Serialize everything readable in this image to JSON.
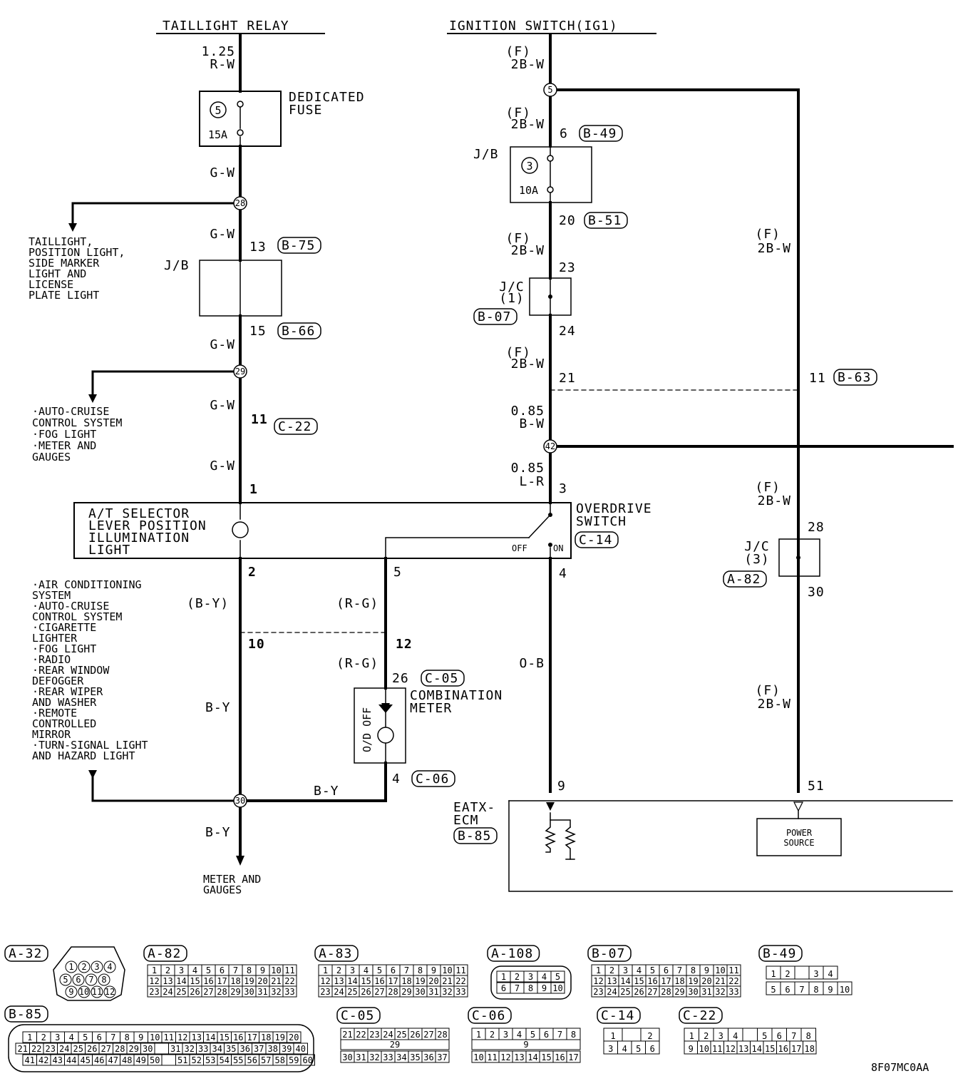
{
  "headers": {
    "left": "TAILLIGHT RELAY",
    "right": "IGNITION SWITCH(IG1)"
  },
  "left_chain": {
    "wire_top": [
      "1.25",
      "R-W"
    ],
    "fuse": {
      "name": [
        "DEDICATED",
        "FUSE"
      ],
      "number": "5",
      "rating": "15A"
    },
    "wire_gw": "G-W",
    "junction_28": "28",
    "branch_28_text": [
      "TAILLIGHT,",
      "POSITION LIGHT,",
      "SIDE MARKER",
      "LIGHT AND",
      "LICENSE",
      "PLATE LIGHT"
    ],
    "jb_label": "J/B",
    "jb_in_pin": "13",
    "jb_in_conn": "B-75",
    "jb_out_pin": "15",
    "jb_out_conn": "B-66",
    "junction_29": "29",
    "branch_29_text": [
      "·AUTO-CRUISE",
      "CONTROL SYSTEM",
      "·FOG LIGHT",
      "·METER AND",
      "GAUGES"
    ],
    "pin_11": "11",
    "conn_c22": "C-22",
    "pin_1": "1"
  },
  "selector_box": {
    "label": [
      "A/T SELECTOR",
      "LEVER POSITION",
      "ILLUMINATION",
      "LIGHT"
    ],
    "off": "OFF",
    "on": "ON"
  },
  "overdrive": {
    "label": [
      "OVERDRIVE",
      "SWITCH"
    ],
    "conn": "C-14",
    "pin_3": "3",
    "pin_4": "4",
    "pin_5": "5",
    "pin_2": "2"
  },
  "lower_left": {
    "branch_text": [
      "·AIR CONDITIONING",
      "SYSTEM",
      "·AUTO-CRUISE",
      "CONTROL SYSTEM",
      "·CIGARETTE",
      "LIGHTER",
      "·FOG LIGHT",
      "·RADIO",
      "·REAR WINDOW",
      "DEFOGGER",
      "·REAR WIPER",
      "AND WASHER",
      "·REMOTE",
      "CONTROLLED",
      "MIRROR",
      "·TURN-SIGNAL LIGHT",
      "AND HAZARD LIGHT"
    ],
    "wire_by_paren": "(B-Y)",
    "wire_by": "B-Y",
    "wire_rg": "(R-G)",
    "pin_10": "10",
    "pin_12": "12",
    "pin_26": "26",
    "conn_c05": "C-05",
    "meter_label": [
      "COMBINATION",
      "METER"
    ],
    "od_off": "O/D OFF",
    "pin_4b": "4",
    "conn_c06": "C-06",
    "junction_30": "30",
    "bottom_text": [
      "METER AND",
      "GAUGES"
    ]
  },
  "right_chain": {
    "wire_f": "(F)",
    "wire_2bw": "2B-W",
    "junction_5": "5",
    "pin_6": "6",
    "conn_b49": "B-49",
    "jb_label": "J/B",
    "fuse_number": "3",
    "fuse_rating": "10A",
    "pin_20": "20",
    "conn_b51": "B-51",
    "pin_23": "23",
    "jc1": [
      "J/C",
      "(1)"
    ],
    "conn_b07": "B-07",
    "pin_24": "24",
    "pin_21": "21",
    "pin_11r": "11",
    "conn_b63": "B-63",
    "wire_085bw": [
      "0.85",
      "B-W"
    ],
    "junction_42": "42",
    "wire_085lr": [
      "0.85",
      "L-R"
    ],
    "pin_28": "28",
    "jc3": [
      "J/C",
      "(3)"
    ],
    "conn_a82": "A-82",
    "pin_30": "30",
    "wire_ob": "O-B",
    "pin_9": "9",
    "pin_51": "51",
    "ecm": [
      "EATX-",
      "ECM"
    ],
    "conn_b85": "B-85",
    "power_source": [
      "POWER",
      "SOURCE"
    ]
  },
  "connectors": [
    {
      "id": "A-32"
    },
    {
      "id": "A-82"
    },
    {
      "id": "A-83"
    },
    {
      "id": "A-108"
    },
    {
      "id": "B-07"
    },
    {
      "id": "B-49"
    },
    {
      "id": "B-85"
    },
    {
      "id": "C-05"
    },
    {
      "id": "C-06"
    },
    {
      "id": "C-14"
    },
    {
      "id": "C-22"
    }
  ],
  "connector_pins": {
    "a82_r1": [
      "1",
      "2",
      "3",
      "4",
      "5",
      "6",
      "7",
      "8",
      "9",
      "10",
      "11"
    ],
    "a82_r2": [
      "12",
      "13",
      "14",
      "15",
      "16",
      "17",
      "18",
      "19",
      "20",
      "21",
      "22"
    ],
    "a82_r3": [
      "23",
      "24",
      "25",
      "26",
      "27",
      "28",
      "29",
      "30",
      "31",
      "32",
      "33"
    ],
    "a108_r1": [
      "1",
      "2",
      "3",
      "4",
      "5"
    ],
    "a108_r2": [
      "6",
      "7",
      "8",
      "9",
      "10"
    ],
    "a32": [
      "1",
      "2",
      "3",
      "4",
      "5",
      "6",
      "7",
      "8",
      "9",
      "10",
      "11",
      "12"
    ],
    "b49_r1": [
      "1",
      "2",
      "",
      "3",
      "4"
    ],
    "b49_r2": [
      "5",
      "6",
      "7",
      "8",
      "9",
      "10"
    ],
    "b85_r1": [
      "1",
      "2",
      "3",
      "4",
      "5",
      "6",
      "7",
      "8",
      "9",
      "10",
      "11",
      "12",
      "13",
      "14",
      "15",
      "16",
      "17",
      "18",
      "19",
      "20"
    ],
    "b85_r2": [
      "21",
      "22",
      "23",
      "24",
      "25",
      "26",
      "27",
      "28",
      "29",
      "30",
      "",
      "31",
      "32",
      "33",
      "34",
      "35",
      "36",
      "37",
      "38",
      "39",
      "40"
    ],
    "b85_r3": [
      "41",
      "42",
      "43",
      "44",
      "45",
      "46",
      "47",
      "48",
      "49",
      "50",
      "",
      "51",
      "52",
      "53",
      "54",
      "55",
      "56",
      "57",
      "58",
      "59",
      "60"
    ],
    "c05_r1": [
      "21",
      "22",
      "23",
      "24",
      "25",
      "26",
      "27",
      "28"
    ],
    "c05_r2": [
      "29"
    ],
    "c05_r3": [
      "30",
      "31",
      "32",
      "33",
      "34",
      "35",
      "36",
      "37"
    ],
    "c06_r1": [
      "1",
      "2",
      "3",
      "4",
      "5",
      "6",
      "7",
      "8"
    ],
    "c06_r2": [
      "9"
    ],
    "c06_r3": [
      "10",
      "11",
      "12",
      "13",
      "14",
      "15",
      "16",
      "17"
    ],
    "c14_r1": [
      "1",
      "",
      "2"
    ],
    "c14_r2": [
      "3",
      "4",
      "5",
      "6"
    ],
    "c22_r1": [
      "1",
      "2",
      "3",
      "4",
      "",
      "5",
      "6",
      "7",
      "8"
    ],
    "c22_r2": [
      "9",
      "10",
      "11",
      "12",
      "13",
      "14",
      "15",
      "16",
      "17",
      "18"
    ]
  },
  "figure_code": "8F07MC0AA"
}
